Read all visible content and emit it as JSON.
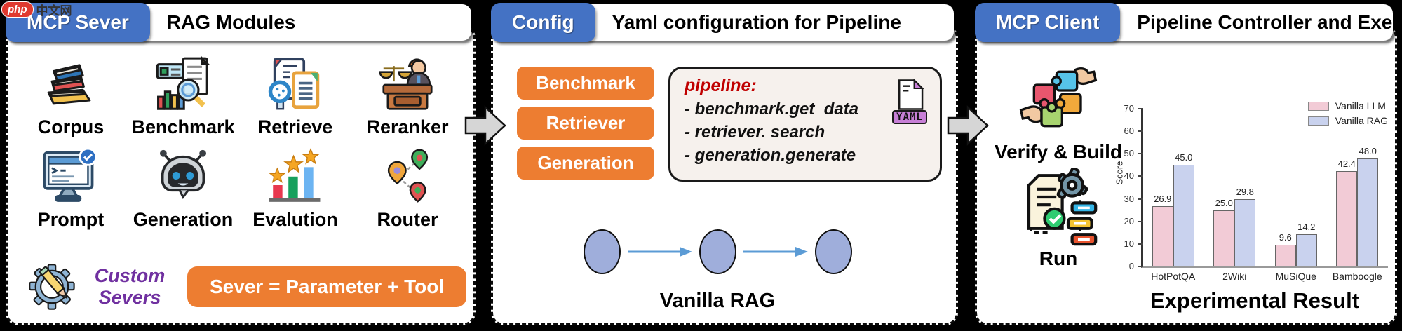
{
  "watermark": {
    "logo_text": "php",
    "site_text": "中文网"
  },
  "colors": {
    "background": "#000000",
    "tab_blue": "#4472C4",
    "accent_orange": "#ED7D31",
    "custom_purple": "#7030A0",
    "code_red": "#C00000",
    "flow_node_fill": "#9FAEDB",
    "flow_arrow_blue": "#5B9BD5",
    "panel_arrow_gray": "#D6D6D6",
    "pipeline_box_bg": "#F6F1ED"
  },
  "panels": {
    "server": {
      "tab": "MCP Sever",
      "title": "RAG Modules",
      "modules": [
        {
          "label": "Corpus",
          "icon": "books-icon"
        },
        {
          "label": "Benchmark",
          "icon": "chart-magnifier-icon"
        },
        {
          "label": "Retrieve",
          "icon": "document-magnifier-icon"
        },
        {
          "label": "Reranker",
          "icon": "judge-icon"
        },
        {
          "label": "Prompt",
          "icon": "terminal-monitor-icon"
        },
        {
          "label": "Generation",
          "icon": "robot-icon"
        },
        {
          "label": "Evalution",
          "icon": "ranking-bars-stars-icon"
        },
        {
          "label": "Router",
          "icon": "map-pins-icon"
        }
      ],
      "custom_servers_label": "Custom Severs",
      "custom_servers_icon": "gear-pencil-icon",
      "formula_button": "Sever = Parameter + Tool"
    },
    "config": {
      "tab": "Config",
      "title": "Yaml configuration for Pipeline",
      "module_buttons": [
        "Benchmark",
        "Retriever",
        "Generation"
      ],
      "pipeline": {
        "header": "pipeline:",
        "lines": [
          "- benchmark.get_data",
          "- retriever. search",
          "- generation.generate"
        ]
      },
      "yaml_badge": "YAML",
      "flow_caption": "Vanilla RAG",
      "flow_node_count": 3
    },
    "client": {
      "tab": "MCP Client",
      "title": "Pipeline Controller and Executor",
      "verify_label": "Verify & Build",
      "verify_icon": "puzzle-hands-icon",
      "run_label": "Run",
      "run_icon": "document-gear-flowchart-icon",
      "chart_caption": "Experimental Result"
    }
  },
  "chart_data": {
    "type": "bar",
    "categories": [
      "HotPotQA",
      "2Wiki",
      "MuSiQue",
      "Bamboogle"
    ],
    "series": [
      {
        "name": "Vanilla LLM",
        "color": "#F2CBD6",
        "values": [
          26.9,
          25.0,
          9.6,
          42.4
        ]
      },
      {
        "name": "Vanilla RAG",
        "color": "#C9D2EE",
        "values": [
          45.0,
          29.8,
          14.2,
          48.0
        ]
      }
    ],
    "title": "",
    "xlabel": "",
    "ylabel": "Score",
    "ylim": [
      0,
      70
    ],
    "yticks": [
      0,
      10,
      20,
      30,
      40,
      50,
      60,
      70
    ],
    "grid": false,
    "legend_position": "top-right",
    "value_labels": true
  }
}
